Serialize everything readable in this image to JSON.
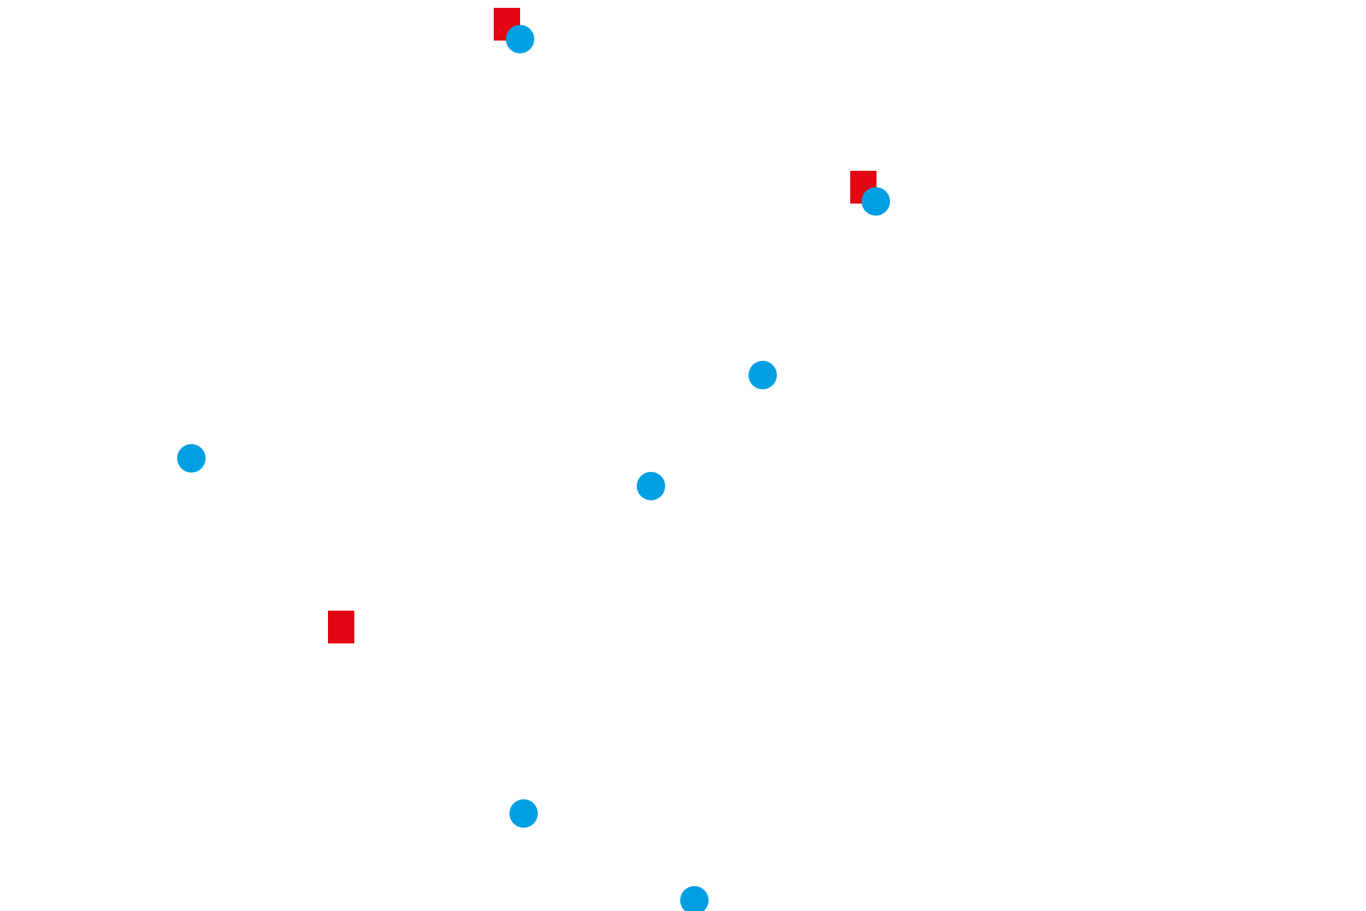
{
  "colors": {
    "background": "#ffffff",
    "square": "#e30613",
    "circle": "#009fe3"
  },
  "scene": {
    "squares": [
      {
        "id": "square-1",
        "shape": "square"
      },
      {
        "id": "square-2",
        "shape": "square"
      },
      {
        "id": "square-3",
        "shape": "square"
      }
    ],
    "circles": [
      {
        "id": "circle-1",
        "shape": "circle"
      },
      {
        "id": "circle-2",
        "shape": "circle"
      },
      {
        "id": "circle-3",
        "shape": "circle"
      },
      {
        "id": "circle-4",
        "shape": "circle"
      },
      {
        "id": "circle-5",
        "shape": "circle"
      },
      {
        "id": "circle-6",
        "shape": "circle"
      },
      {
        "id": "circle-7",
        "shape": "circle"
      }
    ]
  }
}
